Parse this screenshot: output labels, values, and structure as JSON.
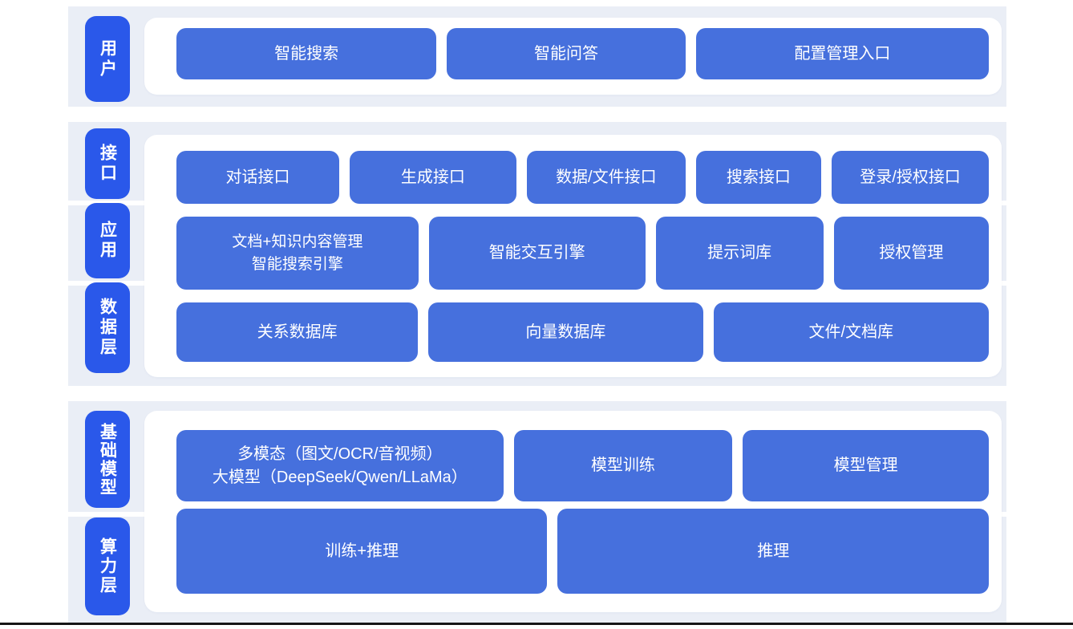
{
  "colors": {
    "pill_blue": "#2a58ea",
    "button_blue": "#4670dd",
    "band_bg": "#eaeef6",
    "page_bg": "#ffffff",
    "text_white": "#ffffff",
    "bottom_line": "#161616"
  },
  "layers": {
    "user": {
      "label": "用户"
    },
    "interface": {
      "label": "接口"
    },
    "application": {
      "label": "应用"
    },
    "data": {
      "label": "数据层"
    },
    "model": {
      "label": "基础模型"
    },
    "compute": {
      "label": "算力层"
    }
  },
  "rows": {
    "user": [
      {
        "label": "智能搜索"
      },
      {
        "label": "智能问答"
      },
      {
        "label": "配置管理入口"
      }
    ],
    "interface": [
      {
        "label": "对话接口"
      },
      {
        "label": "生成接口"
      },
      {
        "label": "数据/文件接口"
      },
      {
        "label": "搜索接口"
      },
      {
        "label": "登录/授权接口"
      }
    ],
    "application": [
      {
        "line1": "文档+知识内容管理",
        "line2": "智能搜索引擎"
      },
      {
        "label": "智能交互引擎"
      },
      {
        "label": "提示词库"
      },
      {
        "label": "授权管理"
      }
    ],
    "data": [
      {
        "label": "关系数据库"
      },
      {
        "label": "向量数据库"
      },
      {
        "label": "文件/文档库"
      }
    ],
    "model": [
      {
        "line1": "多模态（图文/OCR/音视频）",
        "line2": "大模型（DeepSeek/Qwen/LLaMa）"
      },
      {
        "label": "模型训练"
      },
      {
        "label": "模型管理"
      }
    ],
    "compute": [
      {
        "label": "训练+推理"
      },
      {
        "label": "推理"
      }
    ]
  }
}
